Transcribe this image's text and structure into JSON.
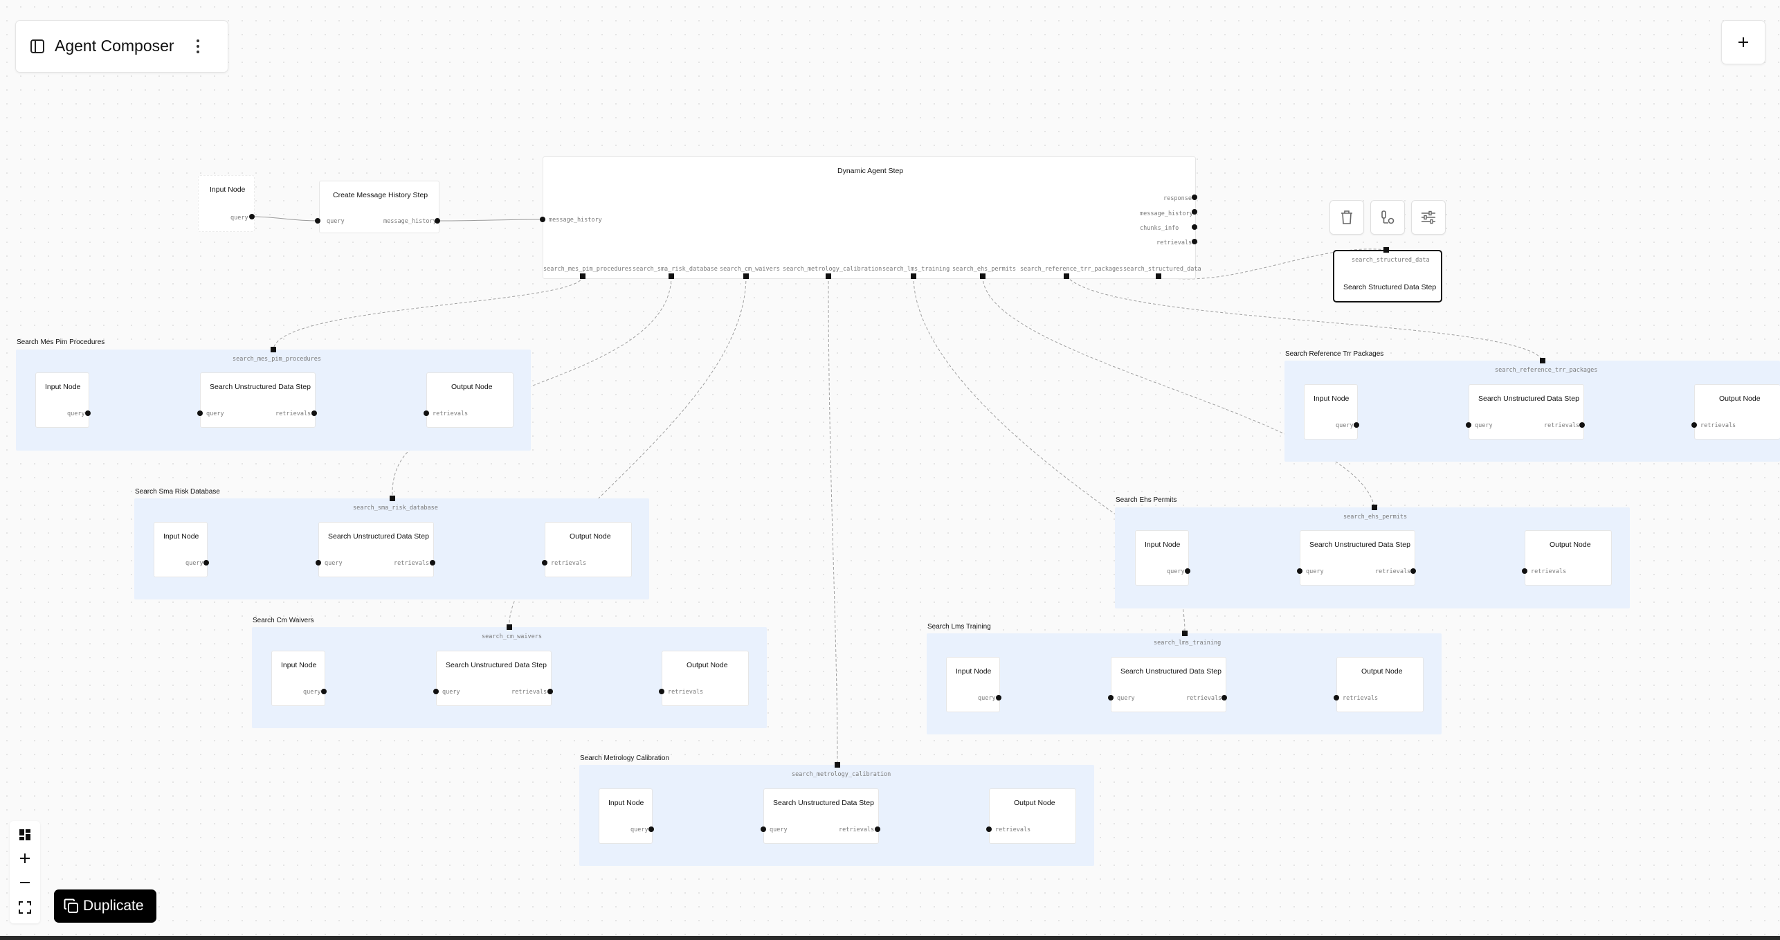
{
  "app": {
    "title": "Agent Composer"
  },
  "toolbar": {
    "duplicate_label": "Duplicate"
  },
  "icons": {
    "sidebar": "sidebar-toggle-icon",
    "more": "more-vertical-icon",
    "add": "plus-icon",
    "delete": "trash-icon",
    "route": "route-icon",
    "settings": "sliders-icon",
    "layout": "layout-grid-icon",
    "zoom_in": "zoom-in-icon",
    "zoom_out": "zoom-out-icon",
    "fit": "fit-view-icon",
    "copy": "copy-icon"
  },
  "canvas": {
    "input_node": {
      "title": "Input Node",
      "port": "query"
    },
    "message_history_step": {
      "title": "Create Message History Step",
      "in_port": "query",
      "out_port": "message_history"
    },
    "dynamic_agent": {
      "title": "Dynamic Agent Step",
      "in_port": "message_history",
      "outputs": [
        "response",
        "message_history",
        "chunks_info",
        "retrievals"
      ],
      "tools": [
        "search_mes_pim_procedures",
        "search_sma_risk_database",
        "search_cm_waivers",
        "search_metrology_calibration",
        "search_lms_training",
        "search_ehs_permits",
        "search_reference_trr_packages",
        "search_structured_data"
      ]
    },
    "structured_node": {
      "port": "search_structured_data",
      "title": "Search Structured Data Step"
    },
    "sub_nodes": {
      "input_title": "Input Node",
      "step_title": "Search Unstructured Data Step",
      "output_title": "Output Node",
      "query": "query",
      "retrievals": "retrievals"
    },
    "groups": [
      {
        "label": "Search Mes Pim Procedures",
        "port": "search_mes_pim_procedures"
      },
      {
        "label": "Search Sma Risk Database",
        "port": "search_sma_risk_database"
      },
      {
        "label": "Search Cm Waivers",
        "port": "search_cm_waivers"
      },
      {
        "label": "Search Metrology Calibration",
        "port": "search_metrology_calibration"
      },
      {
        "label": "Search Lms Training",
        "port": "search_lms_training"
      },
      {
        "label": "Search Ehs Permits",
        "port": "search_ehs_permits"
      },
      {
        "label": "Search Reference Trr Packages",
        "port": "search_reference_trr_packages"
      }
    ]
  }
}
